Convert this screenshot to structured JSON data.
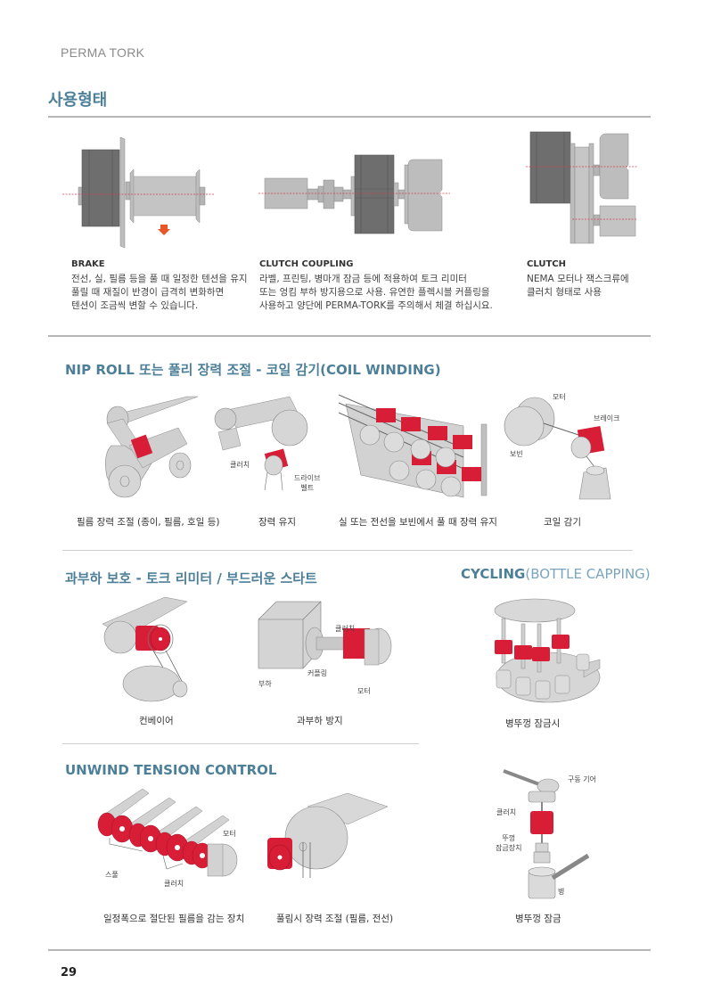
{
  "header": {
    "brand": "PERMA TORK",
    "page_title": "사용형태"
  },
  "usage_types": [
    {
      "title": "BRAKE",
      "body": "전선, 실, 필름 등을 풀 때 일정한 텐션을 유지\n풀릴 때 재질이 반경이 급격히 변화하면\n텐션이 조금씩 변할 수 있습니다."
    },
    {
      "title": "CLUTCH COUPLING",
      "body": "라벨, 프린팅, 병마개 잠금 등에 적용하여 토크 리미터\n또는 엉킴 부하 방지용으로 사용. 유연한 플렉시블 커플링을\n사용하고 양단에 PERMA-TORK를 주의해서 체결 하십시요."
    },
    {
      "title": "CLUTCH",
      "body": "NEMA 모터나 잭스크류에\n클러치 형태로 사용"
    }
  ],
  "nip_roll": {
    "title": "NIP ROLL 또는 풀리 장력 조절 - 코일 감기(COIL WINDING)",
    "captions": [
      "필름 장력 조절 (종이, 필름, 호일 등)",
      "장력 유지",
      "실 또는 전선을 보빈에서 풀 때 장력 유지",
      "코일 감기"
    ],
    "labels": {
      "clutch": "클러치",
      "drive_belt": "드라이브\n벨트",
      "motor": "모터",
      "brake": "브레이크",
      "bobbin": "보빈"
    }
  },
  "overload": {
    "title": "과부하 보호 - 토크 리미터 / 부드러운 스타트",
    "captions": [
      "컨베이어",
      "과부하 방지"
    ],
    "labels": {
      "clutch": "클러치",
      "coupling": "커플링",
      "load": "부하",
      "motor": "모터"
    }
  },
  "cycling": {
    "title_bold": "CYCLING",
    "title_light": "(BOTTLE CAPPING)",
    "caption_top": "병뚜껑 잠금시",
    "caption_bottom": "병뚜껑 잠금",
    "labels": {
      "drive_gear": "구동 기어",
      "clutch": "클러치",
      "cap_locker": "뚜껑\n잠금장치",
      "bottle": "병"
    }
  },
  "unwind": {
    "title": "UNWIND TENSION CONTROL",
    "captions": [
      "일정폭으로 절단된 필름을 감는 장치",
      "풀림시 장력 조절 (필름, 전선)"
    ],
    "labels": {
      "motor": "모터",
      "spool": "스풀",
      "clutch": "클러치"
    }
  },
  "footer": {
    "page_number": "29"
  },
  "colors": {
    "accent_blue": "#4d7f99",
    "product_red": "#d81e36",
    "gray_body": "#c8c8c8",
    "dark_gray": "#6e6e6e"
  }
}
